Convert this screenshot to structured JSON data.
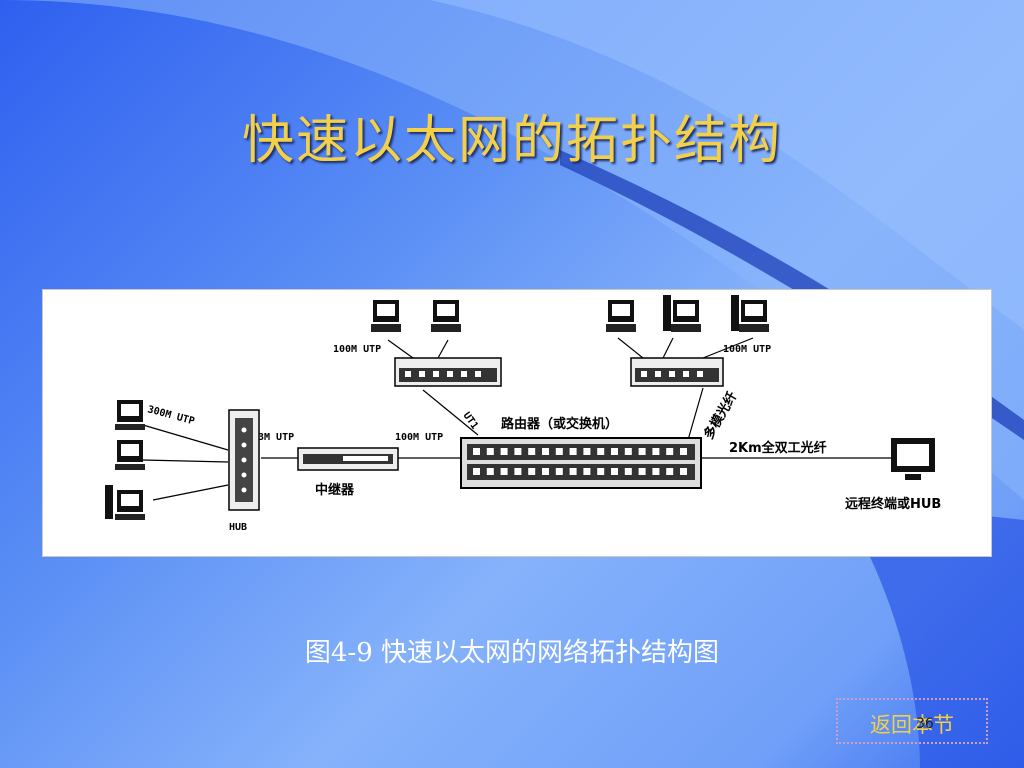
{
  "slide": {
    "title": "快速以太网的拓扑结构",
    "caption": "图4-9 快速以太网的网络拓扑结构图",
    "return_button": "返回本节",
    "page_number": "36"
  },
  "diagram": {
    "labels": {
      "utp100_left": "100M UTP",
      "utp100_right": "100M UTP",
      "utp100_center": "100M UTP",
      "utp3m": "3M UTP",
      "utp300": "300M UTP",
      "ut1": "UT1",
      "router": "路由器（或交换机）",
      "repeater": "中继器",
      "hub": "HUB",
      "fiber_mm": "多模光纤",
      "fiber_2km": "2Km全双工光纤",
      "remote": "远程终端或HUB"
    }
  },
  "colors": {
    "title": "#f3d04a",
    "caption": "#ffffff",
    "return_text": "#f3d04a"
  }
}
